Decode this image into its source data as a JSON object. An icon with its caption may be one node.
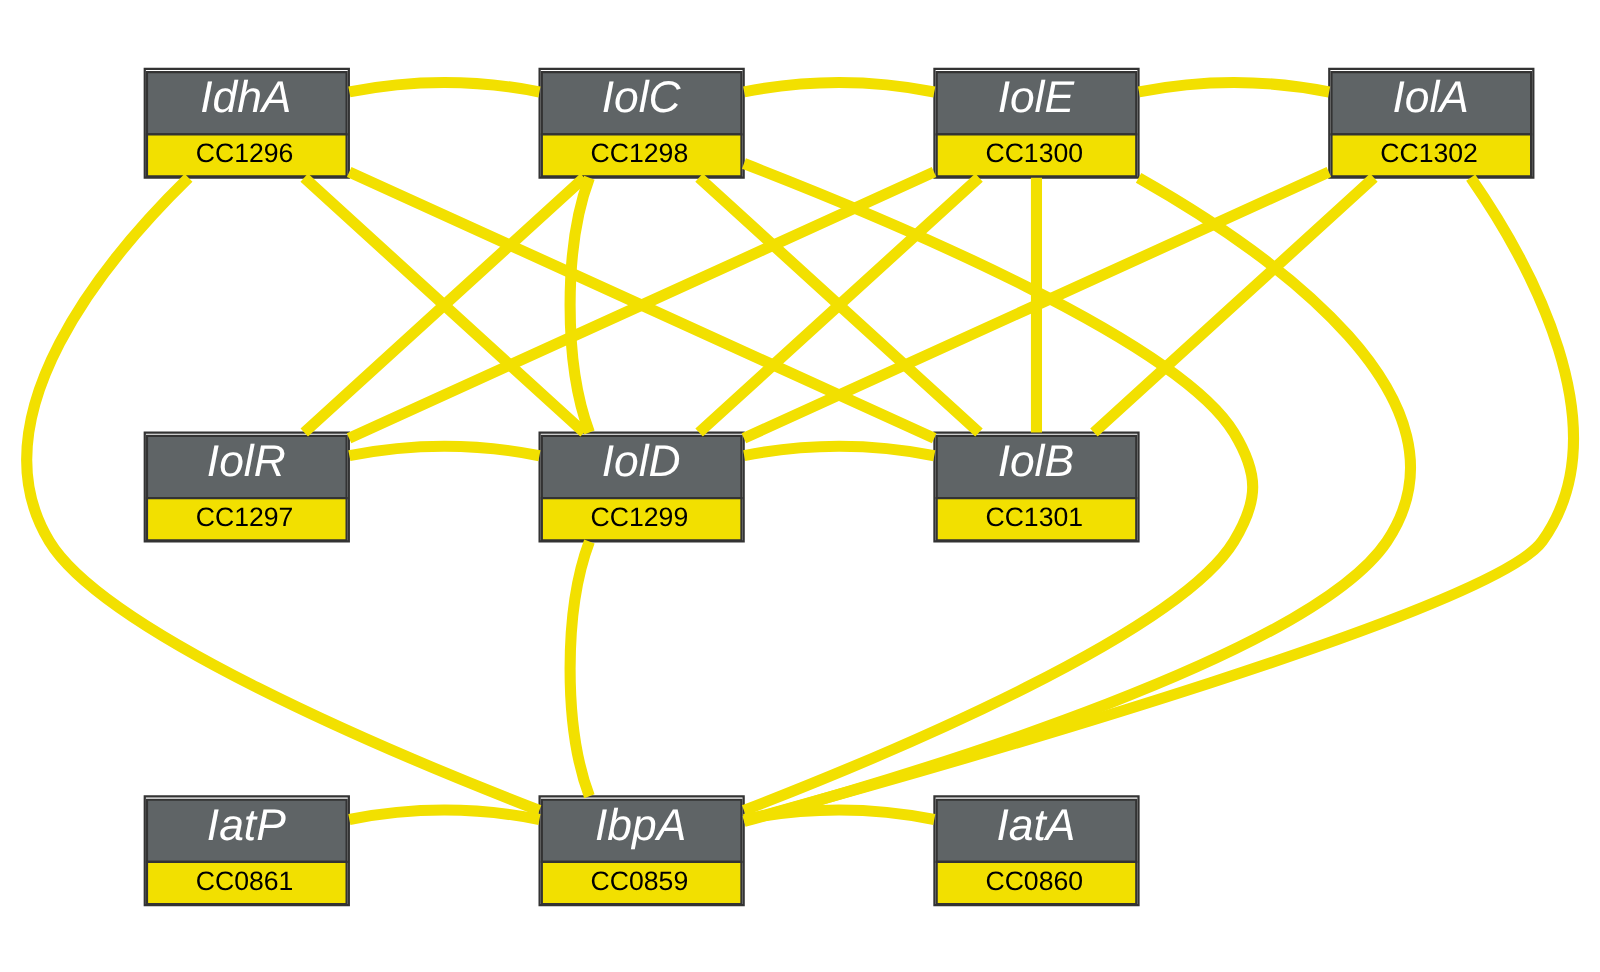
{
  "diagram": {
    "nodes": [
      {
        "text": [
          "IdhA",
          "CC1296"
        ]
      },
      {
        "text": [
          "IolC",
          "CC1298"
        ]
      },
      {
        "text": [
          "IolE",
          "CC1300"
        ]
      },
      {
        "text": [
          "IolA",
          "CC1302"
        ]
      },
      {
        "text": [
          "IolR",
          "CC1297"
        ]
      },
      {
        "text": [
          "IolD",
          "CC1299"
        ]
      },
      {
        "text": [
          "IolB",
          "CC1301"
        ]
      },
      {
        "text": [
          "IatP",
          "CC0861"
        ]
      },
      {
        "text": [
          "IbpA",
          "CC0859"
        ]
      },
      {
        "text": [
          "IatA",
          "CC0860"
        ]
      }
    ],
    "edges": [
      {
        "from": 0,
        "to": 1,
        "arrow": "none"
      },
      {
        "from": 1,
        "to": 2,
        "arrow": "none"
      },
      {
        "from": 2,
        "to": 3,
        "arrow": "none"
      },
      {
        "from": 0,
        "to": 5,
        "arrow": "none"
      },
      {
        "from": 0,
        "to": 6,
        "arrow": "none"
      },
      {
        "from": 0,
        "to": 8,
        "arrow": "none"
      },
      {
        "from": 1,
        "to": 4,
        "arrow": "none"
      },
      {
        "from": 1,
        "to": 5,
        "arrow": "none"
      },
      {
        "from": 1,
        "to": 6,
        "arrow": "none"
      },
      {
        "from": 1,
        "to": 8,
        "arrow": "none"
      },
      {
        "from": 2,
        "to": 4,
        "arrow": "none"
      },
      {
        "from": 2,
        "to": 5,
        "arrow": "none"
      },
      {
        "from": 2,
        "to": 6,
        "arrow": "none"
      },
      {
        "from": 2,
        "to": 8,
        "arrow": "none"
      },
      {
        "from": 3,
        "to": 5,
        "arrow": "none"
      },
      {
        "from": 3,
        "to": 6,
        "arrow": "none"
      },
      {
        "from": 3,
        "to": 8,
        "arrow": "none"
      },
      {
        "from": 4,
        "to": 5,
        "arrow": "none"
      },
      {
        "from": 5,
        "to": 6,
        "arrow": "none"
      },
      {
        "from": 5,
        "to": 8,
        "arrow": "none"
      },
      {
        "from": 7,
        "to": 8,
        "arrow": "none"
      },
      {
        "from": 8,
        "to": 9,
        "arrow": "none"
      }
    ]
  }
}
